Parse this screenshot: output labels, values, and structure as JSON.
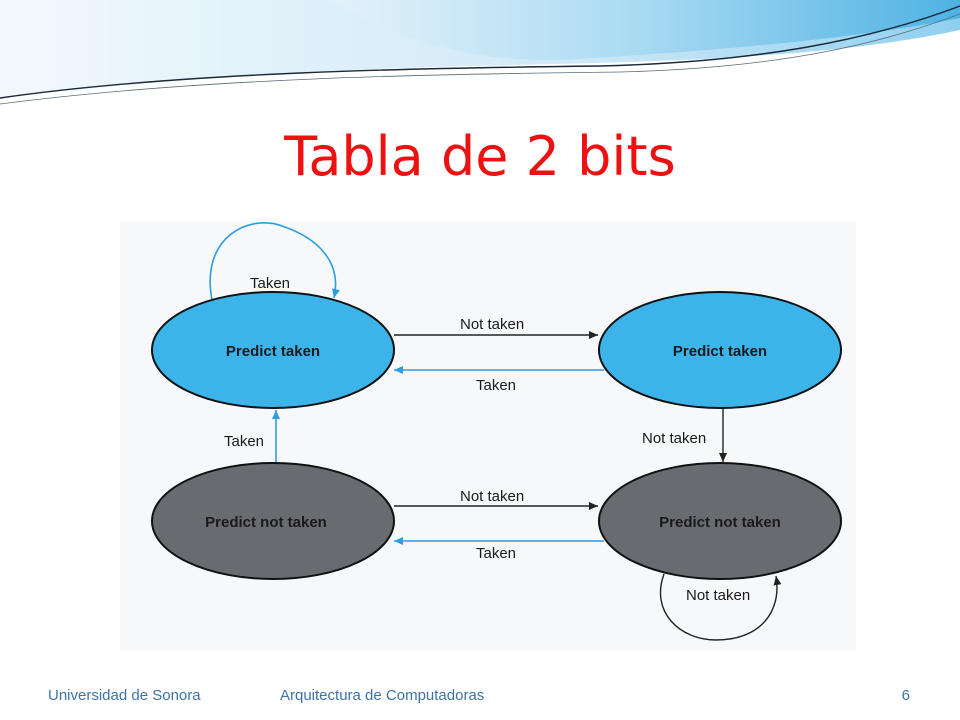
{
  "slide": {
    "title": "Tabla de 2 bits",
    "footer": {
      "institution": "Universidad de Sonora",
      "course": "Arquitectura de Computadoras",
      "page_number": "6"
    }
  },
  "diagram": {
    "states": {
      "top_left": "Predict taken",
      "top_right": "Predict taken",
      "bottom_left": "Predict not taken",
      "bottom_right": "Predict not taken"
    },
    "transitions": {
      "self_loop_top_left": "Taken",
      "top_left_to_top_right": "Not taken",
      "top_right_to_top_left": "Taken",
      "top_right_to_bottom_right": "Not taken",
      "bottom_left_to_top_left": "Taken",
      "bottom_left_to_bottom_right": "Not taken",
      "bottom_right_to_bottom_left": "Taken",
      "self_loop_bottom_right": "Not taken"
    },
    "colors": {
      "taken_state_fill": "#3cb4ea",
      "not_taken_state_fill": "#6a6b70",
      "taken_arrow": "#2a9ee0",
      "not_taken_arrow": "#222222"
    }
  },
  "theme": {
    "title_color": "#ee1111",
    "footer_color": "#3d73a8",
    "header_wave_colors": [
      "#bfe3f3",
      "#7cc8ec",
      "#1f8fd0"
    ]
  }
}
